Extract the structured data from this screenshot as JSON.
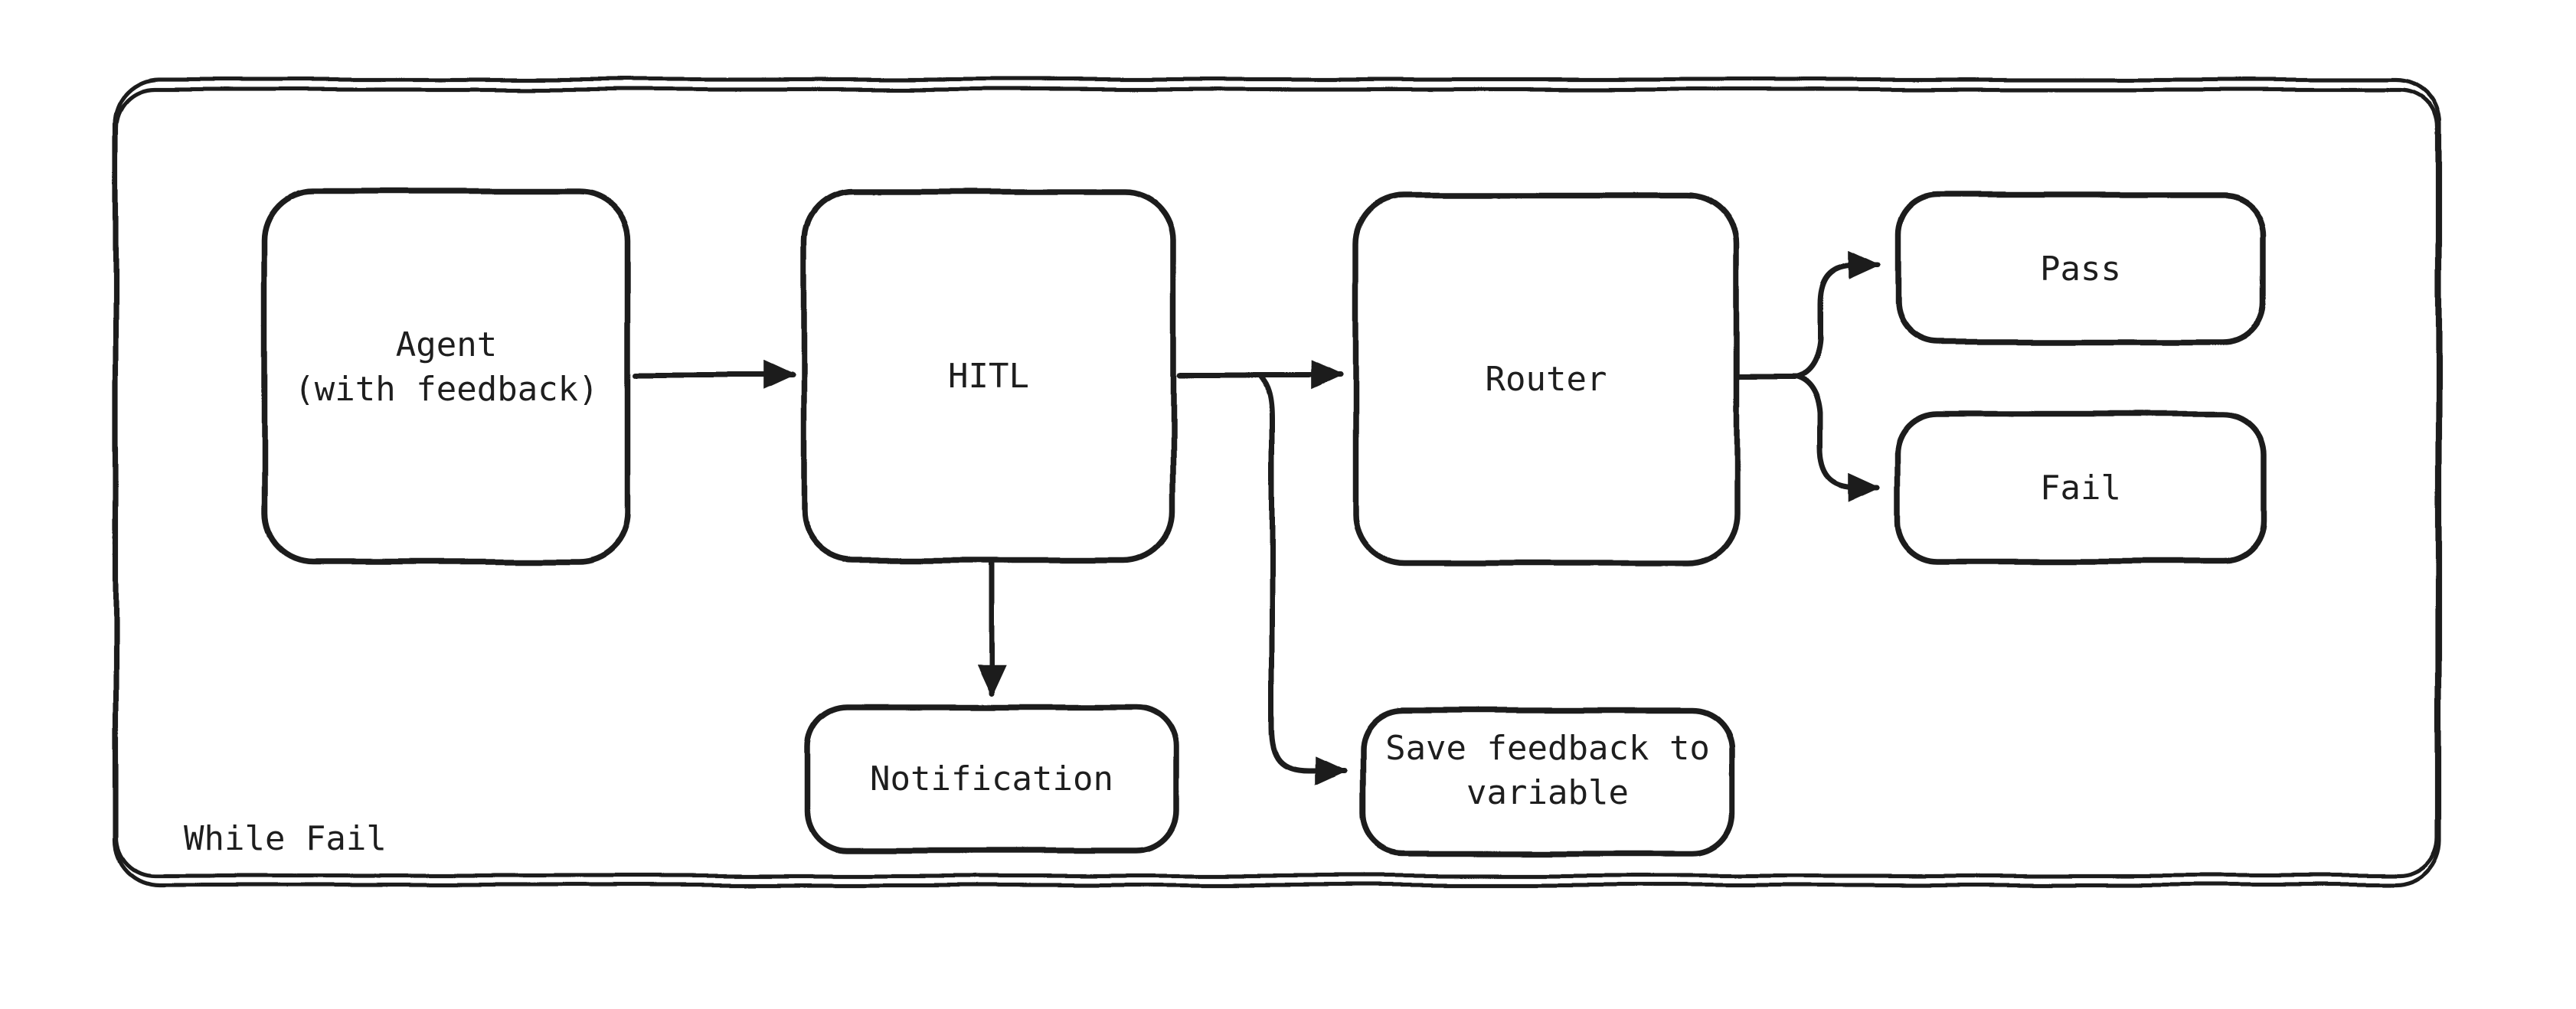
{
  "colors": {
    "ink": "#1e1e1e",
    "canvas": "#ffffff"
  },
  "container": {
    "label": "While Fail"
  },
  "nodes": {
    "agent": {
      "lines": [
        "Agent",
        "(with feedback)"
      ]
    },
    "hitl": {
      "label": "HITL"
    },
    "router": {
      "label": "Router"
    },
    "pass": {
      "label": "Pass"
    },
    "fail": {
      "label": "Fail"
    },
    "notification": {
      "label": "Notification"
    },
    "save_feedback": {
      "lines": [
        "Save feedback to",
        "variable"
      ]
    }
  },
  "edges": [
    {
      "from": "Agent (with feedback)",
      "to": "HITL",
      "type": "arrow"
    },
    {
      "from": "HITL",
      "to": "Router",
      "type": "arrow"
    },
    {
      "from": "HITL",
      "to": "Notification",
      "type": "arrow"
    },
    {
      "from": "HITL",
      "to": "Save feedback to variable",
      "type": "arrow"
    },
    {
      "from": "Router",
      "to": "Pass",
      "type": "arrow"
    },
    {
      "from": "Router",
      "to": "Fail",
      "type": "arrow"
    }
  ]
}
